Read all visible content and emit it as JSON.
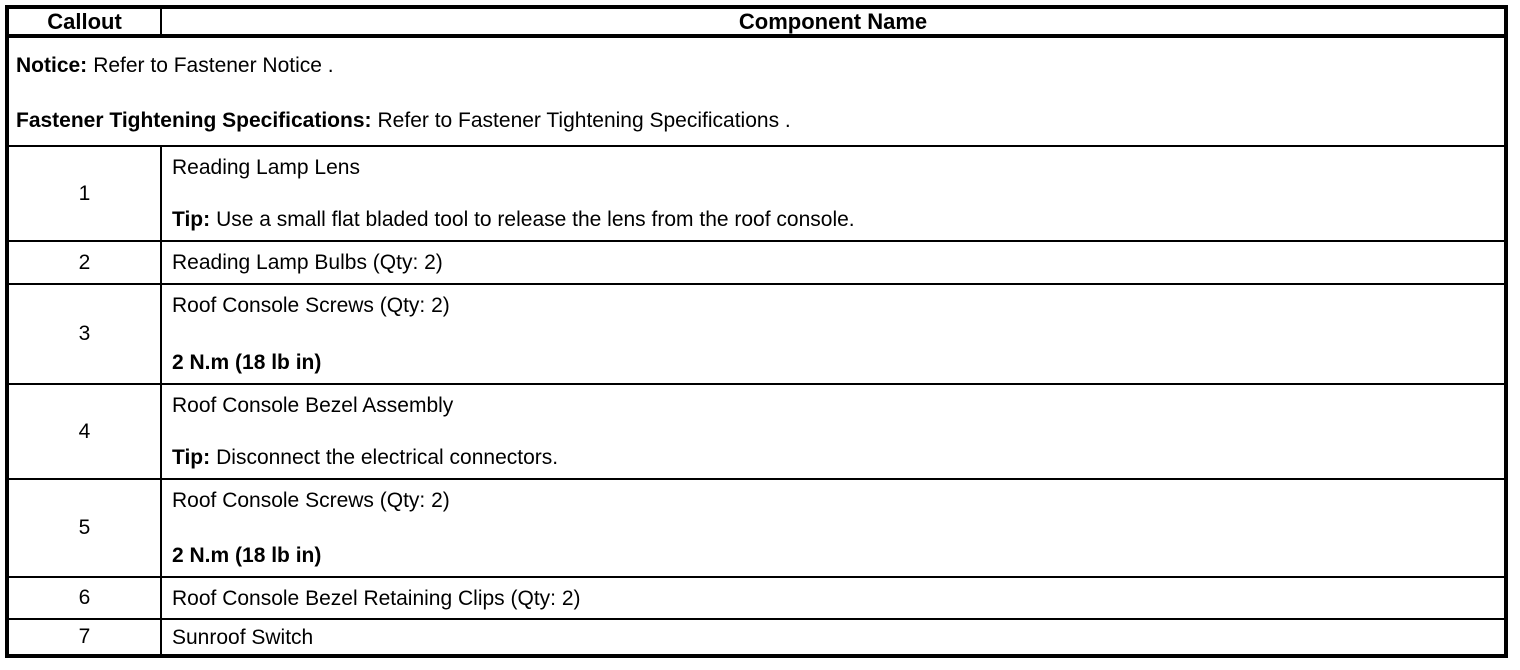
{
  "colors": {
    "border": "#000000",
    "background": "#ffffff",
    "text": "#000000"
  },
  "table": {
    "header": {
      "callout_label": "Callout",
      "component_label": "Component Name"
    },
    "notice": {
      "notice_label": "Notice:",
      "notice_text": "Refer to Fastener Notice .",
      "spec_label": "Fastener Tightening Specifications:",
      "spec_text": "Refer to Fastener Tightening Specifications ."
    },
    "rows": [
      {
        "callout": "1",
        "name": "Reading Lamp Lens",
        "note_label": "Tip:",
        "note_text": "Use a small flat bladed tool to release the lens from the roof console."
      },
      {
        "callout": "2",
        "name": "Reading Lamp Bulbs (Qty: 2)"
      },
      {
        "callout": "3",
        "name": "Roof Console Screws (Qty: 2)",
        "torque": "2 N.m (18 lb in)"
      },
      {
        "callout": "4",
        "name": "Roof Console Bezel Assembly",
        "note_label": "Tip:",
        "note_text": "Disconnect the electrical connectors."
      },
      {
        "callout": "5",
        "name": "Roof Console Screws (Qty: 2)",
        "torque": "2 N.m (18 lb in)"
      },
      {
        "callout": "6",
        "name": "Roof Console Bezel Retaining Clips (Qty: 2)"
      },
      {
        "callout": "7",
        "name": "Sunroof Switch"
      }
    ]
  }
}
